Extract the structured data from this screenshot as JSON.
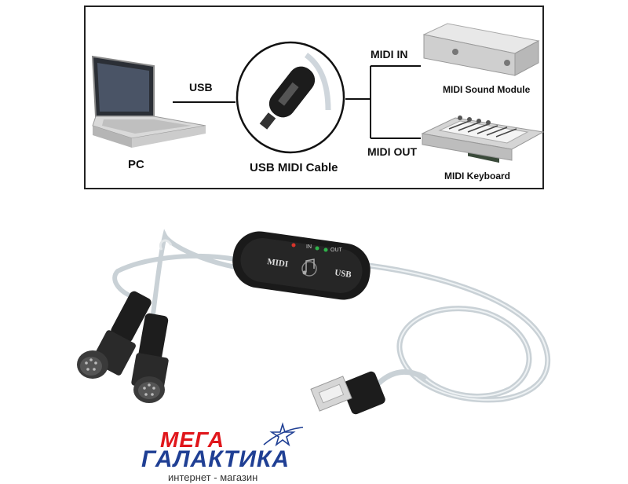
{
  "diagram": {
    "pc_label": "PC",
    "usb_label": "USB",
    "cable_label": "USB MIDI Cable",
    "midi_in_label": "MIDI IN",
    "midi_out_label": "MIDI OUT",
    "sound_module_label": "MIDI Sound Module",
    "keyboard_label": "MIDI Keyboard"
  },
  "product": {
    "box_midi": "MIDI",
    "box_usb": "USB",
    "led_in": "IN",
    "led_out": "OUT"
  },
  "logo": {
    "line1": "МЕГА",
    "line2": "ГАЛАКТИКА",
    "line3": "интернет - магазин"
  },
  "colors": {
    "logo_red": "#e0161b",
    "logo_blue": "#1f3f94"
  }
}
